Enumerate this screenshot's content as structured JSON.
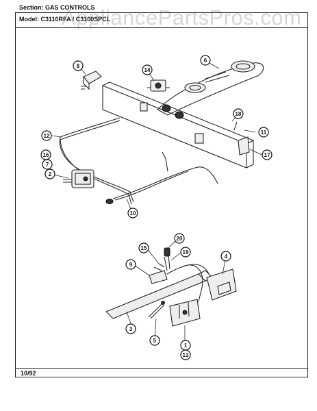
{
  "header": {
    "section_label": "Section:",
    "section_value": "GAS CONTROLS",
    "model_label": "Model:",
    "model_value": "C3110RFA / C3100SPCL"
  },
  "watermark": "AppliancePartsPros.com",
  "footer": {
    "date": "10/92"
  },
  "callouts": [
    "8",
    "14",
    "6",
    "18",
    "11",
    "17",
    "12",
    "16",
    "7",
    "2",
    "10",
    "15",
    "20",
    "19",
    "9",
    "4",
    "3",
    "5",
    "1",
    "13"
  ]
}
